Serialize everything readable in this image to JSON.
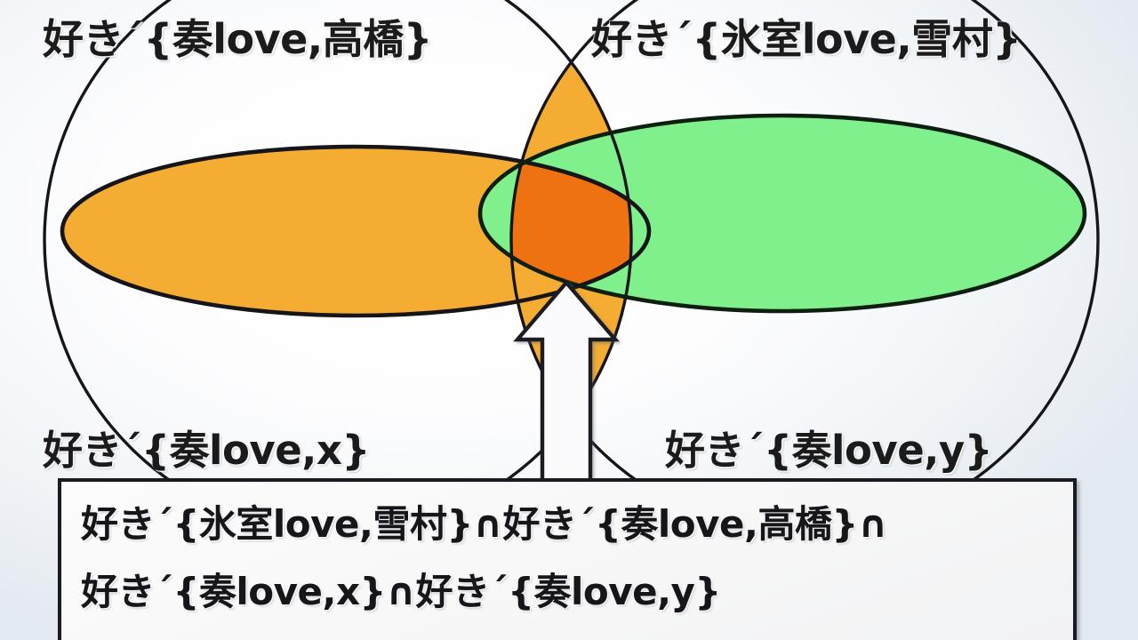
{
  "diagram": {
    "type": "venn-diagram",
    "title": "",
    "sets": [
      {
        "id": "set-kanade-takahashi",
        "label": "好き´{奏love,高橋}",
        "shape": "ellipse",
        "fill": "#f4ac33",
        "stroke": "#1a1208",
        "position": "upper-left"
      },
      {
        "id": "set-himuro-yukimura",
        "label": "好き´{氷室love,雪村}",
        "shape": "ellipse",
        "fill": "#7ff08c",
        "stroke": "#0d1f10",
        "position": "upper-right"
      },
      {
        "id": "set-kanade-x",
        "label": "好き´{奏love,x}",
        "shape": "circle",
        "fill": "none",
        "stroke": "#15151a",
        "position": "lower-left"
      },
      {
        "id": "set-kanade-y",
        "label": "好き´{奏love,y}",
        "shape": "circle",
        "fill": "none",
        "stroke": "#15151a",
        "position": "lower-right"
      }
    ],
    "highlight": {
      "id": "four-way-intersection",
      "fill": "#ee7211",
      "description": "dark orange wedge"
    },
    "arrow": {
      "direction": "up",
      "fill": "#fbfbfd",
      "stroke": "#1a1a22"
    }
  },
  "labels": {
    "top_left": "好き´{奏love,高橋}",
    "top_right": "好き´{氷室love,雪村}",
    "bottom_left": "好き´{奏love,x}",
    "bottom_right": "好き´{奏love,y}"
  },
  "result_box": {
    "line1": "好き´{氷室love,雪村}∩好き´{奏love,高橋}∩",
    "line2": "好き´{奏love,x}∩好き´{奏love,y}"
  },
  "colors": {
    "orange_fill": "#f4ac33",
    "green_fill": "#7ff08c",
    "intersection_fill": "#ee7211",
    "outline": "#15151a",
    "text": "#15151a",
    "background_light": "#ffffff",
    "background_edge": "#e3e9f0"
  }
}
